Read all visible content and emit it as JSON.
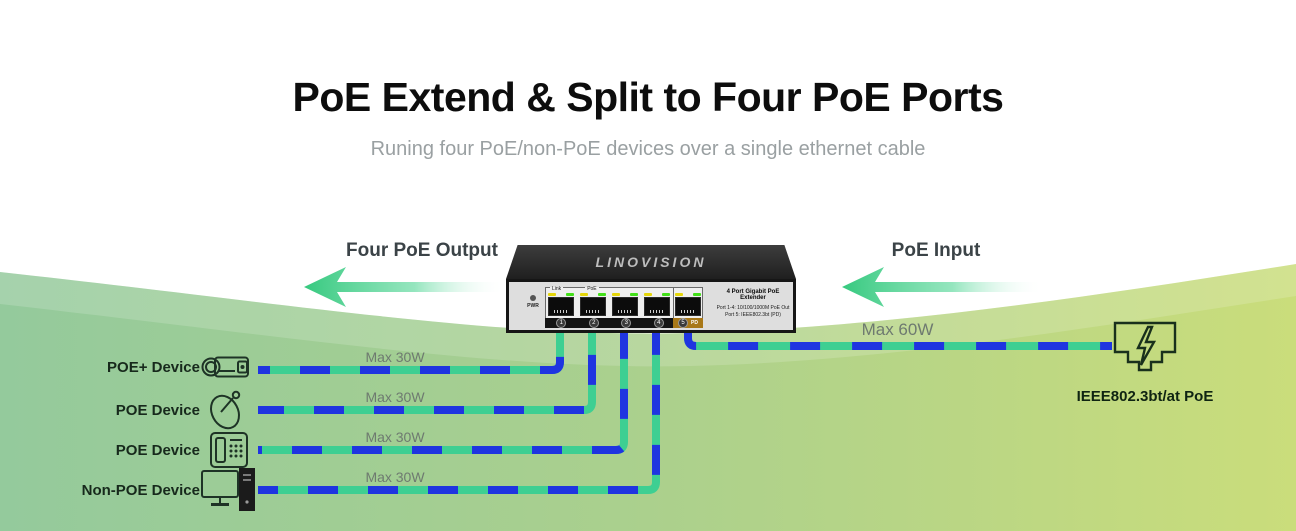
{
  "header": {
    "title": "PoE Extend & Split to Four PoE Ports",
    "subtitle": "Runing four PoE/non-PoE devices over a single ethernet cable"
  },
  "diagram": {
    "output_arrow_label": "Four PoE Output",
    "input_arrow_label": "PoE Input",
    "input_cable_label": "Max 60W",
    "poe_source_label": "IEEE802.3bt/at PoE",
    "switch": {
      "brand": "LINOVISION",
      "model": "4 Port Gigabit PoE Extender",
      "spec_line1": "Port 1-4: 10/100/1000M PoE Out",
      "spec_line2": "Port 5: IEEE802.3bt (PD)",
      "pwr_label": "PWR",
      "link_label": "Link",
      "poe_label": "PoE",
      "pd_label": "PD",
      "ports": [
        "1",
        "2",
        "3",
        "4",
        "5"
      ]
    },
    "devices": [
      {
        "label": "POE+ Device",
        "icon": "bullet-camera-icon",
        "cable_label": "Max 30W"
      },
      {
        "label": "POE Device",
        "icon": "wireless-dish-icon",
        "cable_label": "Max 30W"
      },
      {
        "label": "POE Device",
        "icon": "ip-phone-icon",
        "cable_label": "Max 30W"
      },
      {
        "label": "Non-POE Device",
        "icon": "desktop-pc-icon",
        "cable_label": "Max 30W"
      }
    ],
    "colors": {
      "cable_blue": "#1f35e0",
      "cable_green": "#3ecf92",
      "arrow_green": "#3fcf8e",
      "background_green_left": "#94ca9c",
      "background_green_right": "#cadd7b",
      "pd_port_accent": "#a87818",
      "led_yellow": "#e5d60a",
      "led_green": "#43e019"
    }
  }
}
